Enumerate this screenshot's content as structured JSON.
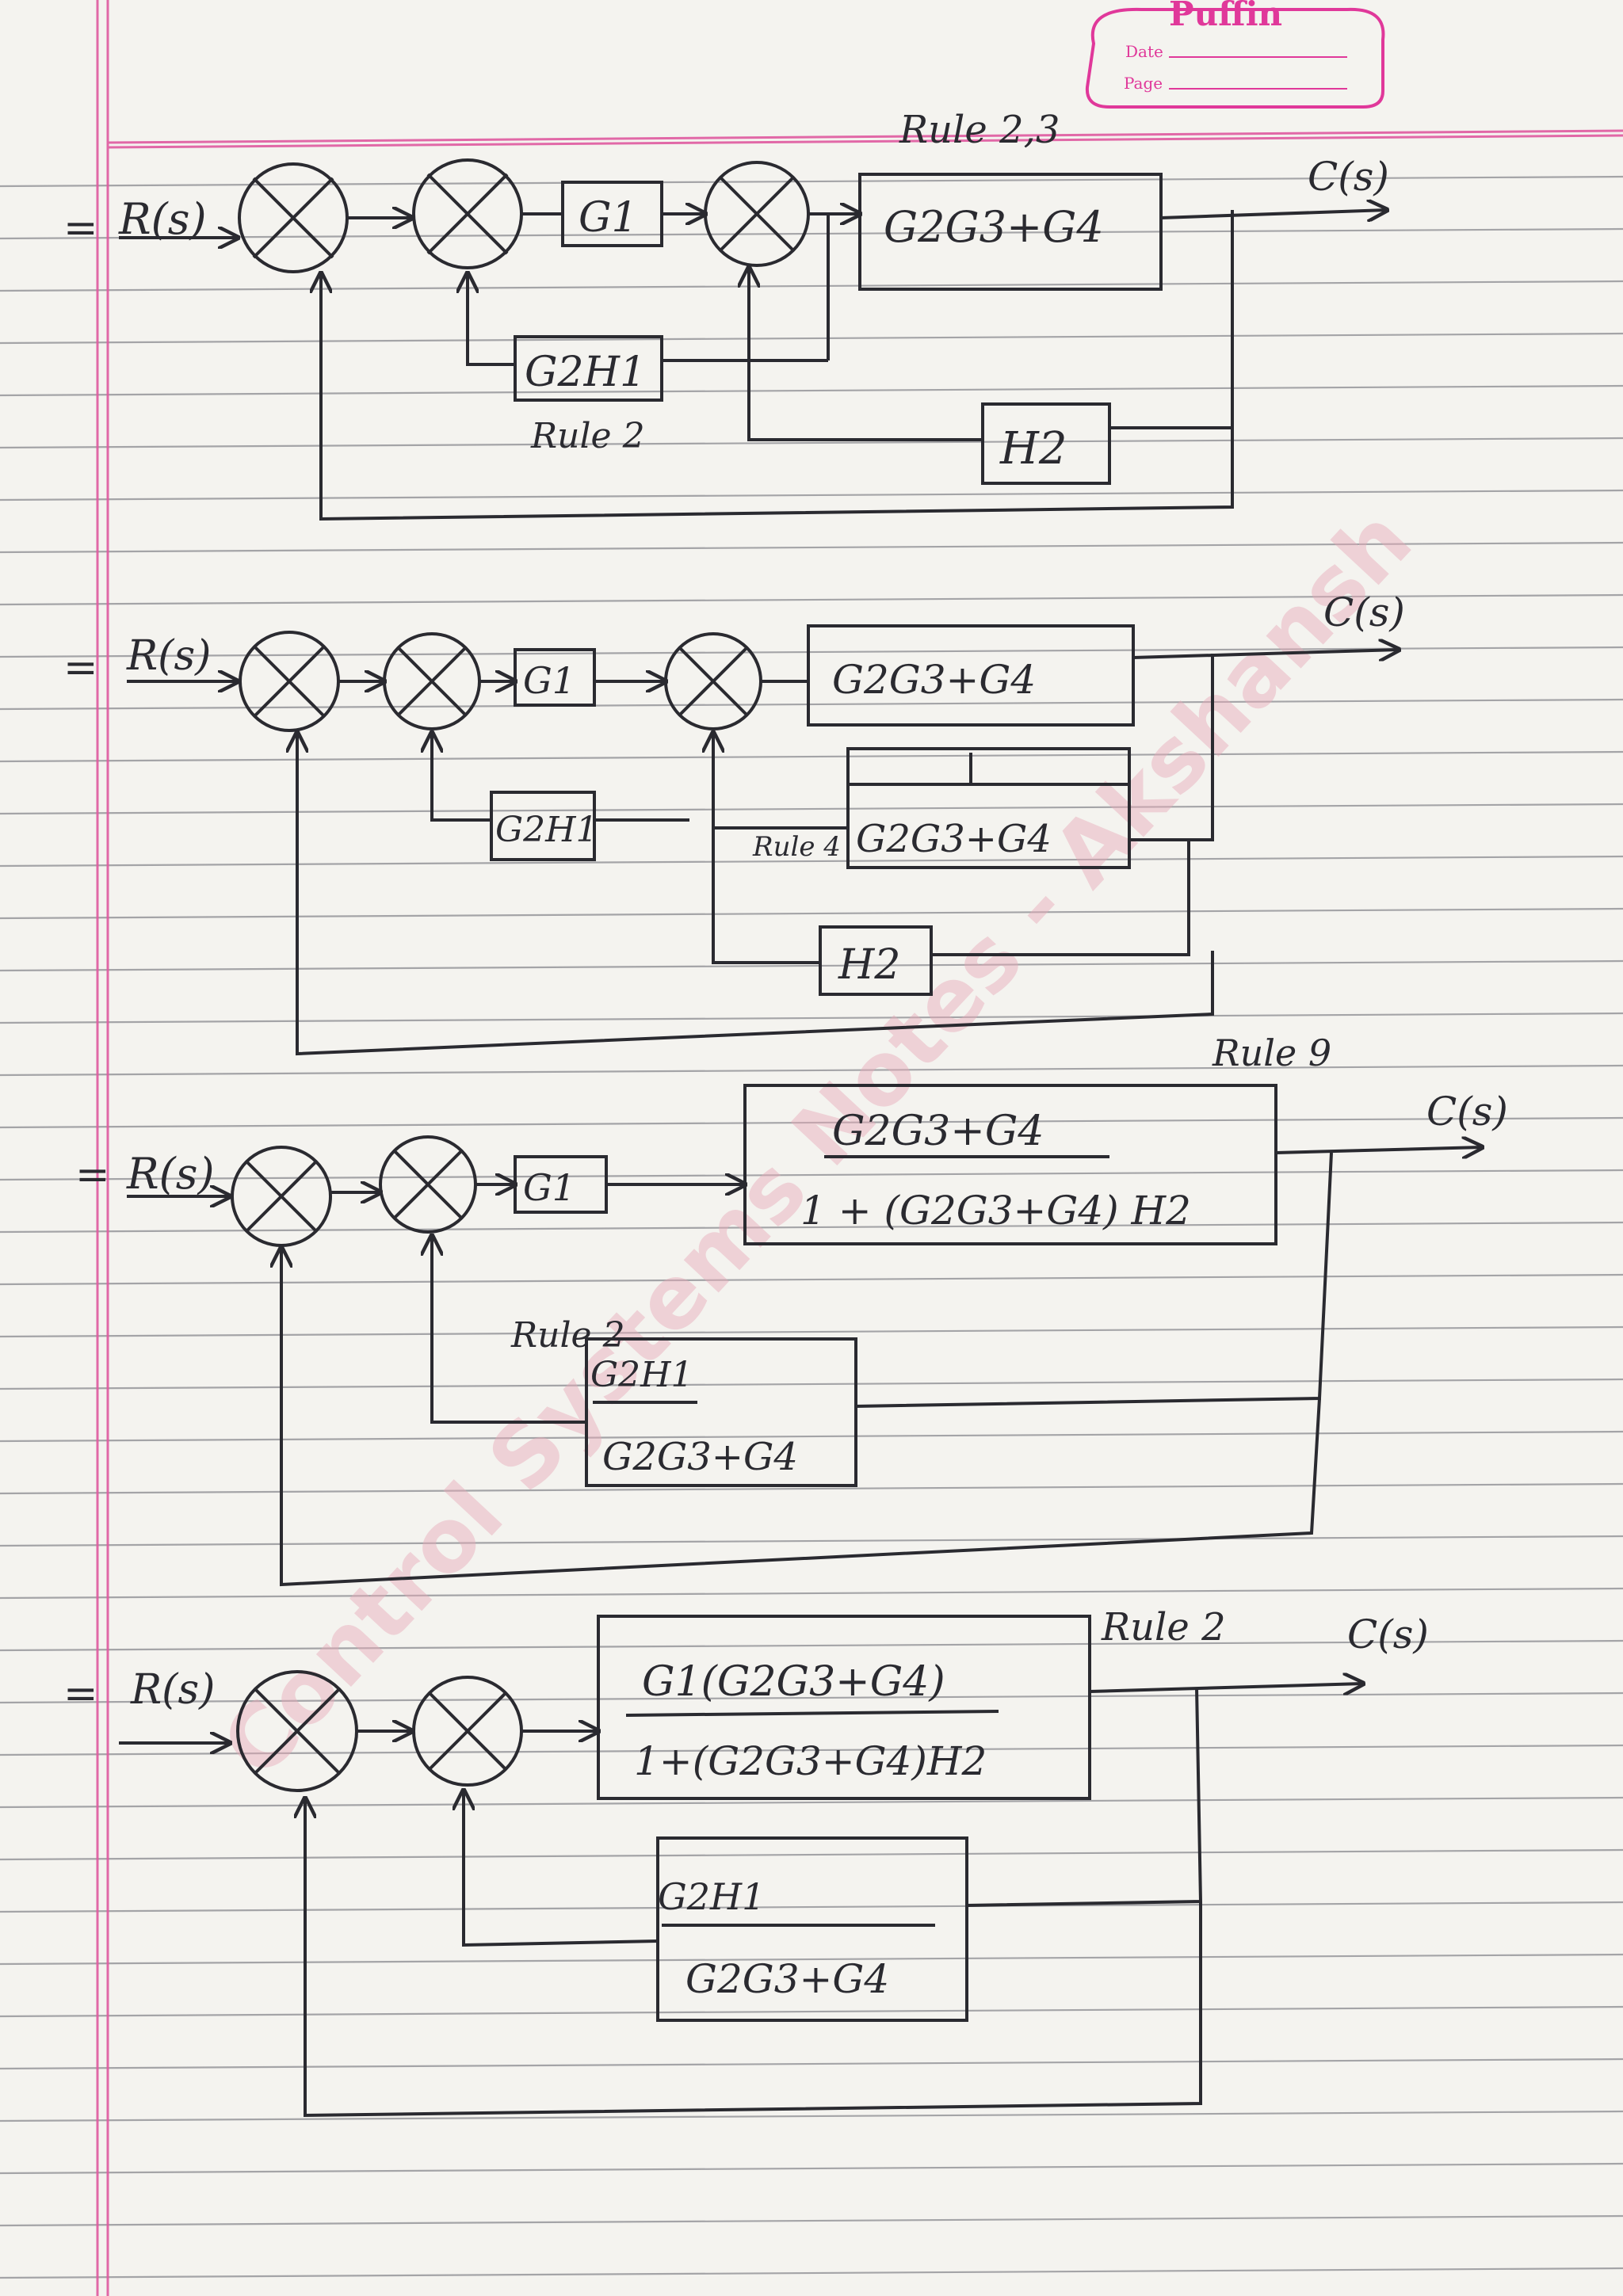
{
  "header": {
    "brand": "Puffin",
    "date_label": "Date",
    "page_label": "Page"
  },
  "colors": {
    "ink": "#2a2a30",
    "margin_line": "#e05aa0",
    "ruled_line": "#8a8a90",
    "brand": "#e0389a",
    "watermark": "#e8aab8"
  },
  "watermark": "Control Systems Notes - Akshansh",
  "stages": [
    {
      "eq": "=",
      "input": "R(s)",
      "output": "C(s)",
      "rule_top": "Rule 2,3",
      "forward_block": "G2G3+G4",
      "g1": "G1",
      "fb_inner": "G2H1",
      "fb_inner_rule": "Rule 2",
      "fb_h2": "H2"
    },
    {
      "eq": "=",
      "input": "R(s)",
      "output": "C(s)",
      "forward_block": "G2G3+G4",
      "g1": "G1",
      "fb_inner": "G2H1",
      "rule_side": "Rule 4",
      "side_block": "G2G3+G4",
      "fb_h2": "H2"
    },
    {
      "eq": "=",
      "input": "R(s)",
      "output": "C(s)",
      "rule_top": "Rule 9",
      "g1": "G1",
      "forward_num": "G2G3+G4",
      "forward_den": "1 + (G2G3+G4) H2",
      "fb_rule": "Rule 2",
      "fb_num": "G2H1",
      "fb_den": "G2G3+G4"
    },
    {
      "eq": "=",
      "input": "R(s)",
      "output": "C(s)",
      "rule_top": "Rule 2",
      "forward_num": "G1(G2G3+G4)",
      "forward_den": "1+(G2G3+G4)H2",
      "fb_num": "G2H1",
      "fb_den": "G2G3+G4"
    }
  ]
}
